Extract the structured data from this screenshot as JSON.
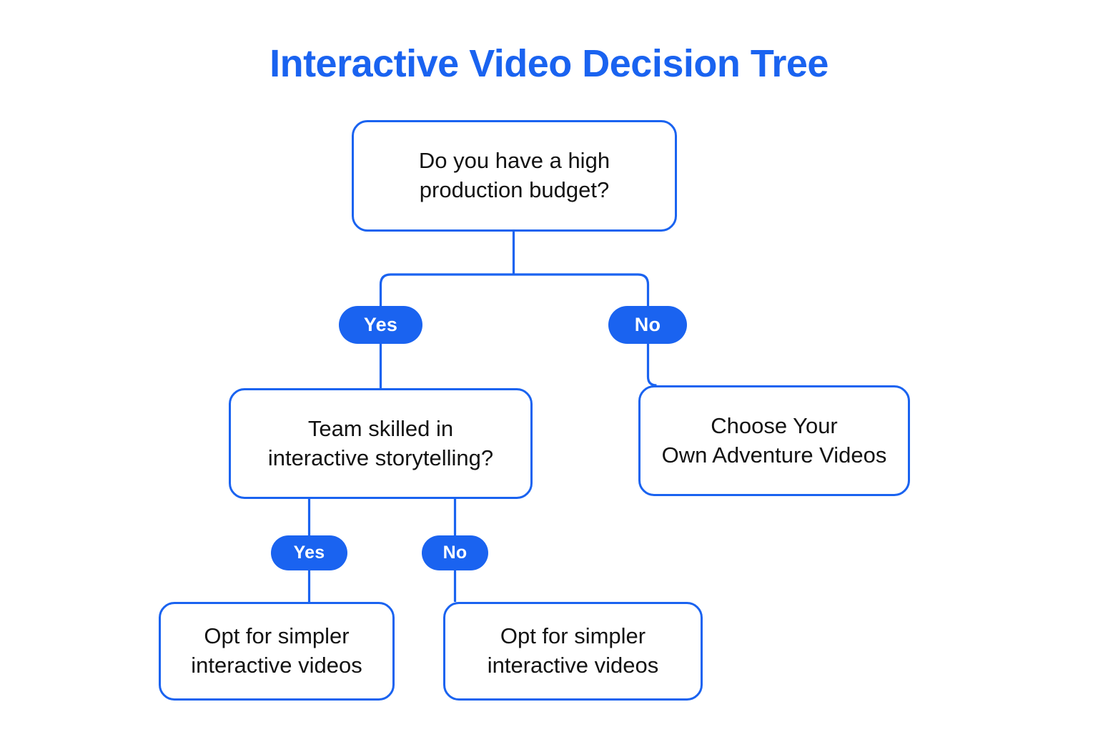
{
  "page": {
    "title": "Interactive Video Decision Tree",
    "background_color": "#ffffff",
    "accent_color": "#1a63f0",
    "text_color": "#121212"
  },
  "diagram": {
    "type": "decision-tree",
    "nodes": [
      {
        "id": "root",
        "kind": "decision",
        "text": "Do you have a high\nproduction budget?",
        "line1": "Do you have a high",
        "line2": "production budget?"
      },
      {
        "id": "team",
        "kind": "decision",
        "text": "Team skilled in\ninteractive storytelling?",
        "line1": "Team skilled in",
        "line2": "interactive storytelling?"
      },
      {
        "id": "cyoa",
        "kind": "outcome",
        "text": "Choose Your\nOwn Adventure Videos",
        "line1": "Choose Your",
        "line2": "Own Adventure Videos"
      },
      {
        "id": "leaf-left",
        "kind": "outcome",
        "text": "Opt for simpler\ninteractive videos",
        "line1": "Opt for simpler",
        "line2": "interactive videos"
      },
      {
        "id": "leaf-right",
        "kind": "outcome",
        "text": "Opt for simpler\ninteractive videos",
        "line1": "Opt for simpler",
        "line2": "interactive videos"
      }
    ],
    "edge_labels": [
      {
        "id": "root-yes",
        "label": "Yes",
        "from": "root",
        "to": "team"
      },
      {
        "id": "root-no",
        "label": "No",
        "from": "root",
        "to": "cyoa"
      },
      {
        "id": "team-yes",
        "label": "Yes",
        "from": "team",
        "to": "leaf-left"
      },
      {
        "id": "team-no",
        "label": "No",
        "from": "team",
        "to": "leaf-right"
      }
    ]
  }
}
